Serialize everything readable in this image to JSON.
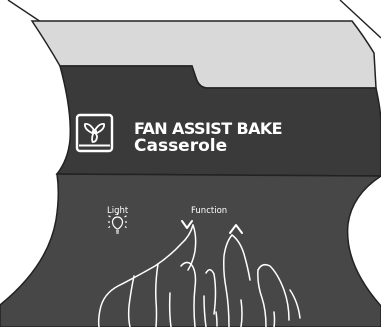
{
  "display": {
    "mode_icon": "fan-bake-icon",
    "mode_title": "FAN ASSIST BAKE",
    "mode_subtitle": "Casserole"
  },
  "controls": {
    "light": {
      "label": "Light",
      "icon": "light-bulb-icon"
    },
    "function": {
      "label": "Function",
      "down_icon": "chevron-down-icon",
      "up_icon": "chevron-up-icon"
    }
  },
  "colors": {
    "top_strip": "#d9d9d9",
    "display_panel": "#3a3a3a",
    "control_panel": "#474747",
    "text": "#ffffff"
  }
}
